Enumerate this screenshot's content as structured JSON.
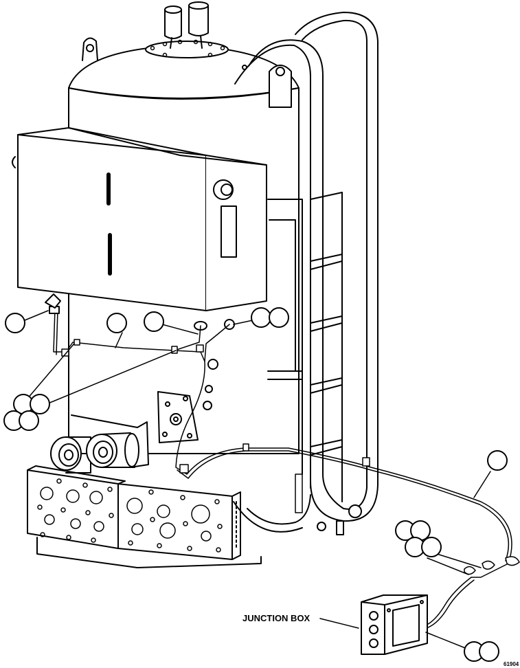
{
  "labels": {
    "junction_box": "JUNCTION BOX",
    "figure_number": "61904"
  },
  "callout_bubbles": [
    {
      "id": "c1"
    },
    {
      "id": "c2"
    },
    {
      "id": "c3"
    },
    {
      "id": "c4"
    },
    {
      "id": "c5"
    },
    {
      "id": "c6"
    },
    {
      "id": "c7"
    },
    {
      "id": "c8"
    },
    {
      "id": "c9"
    },
    {
      "id": "c10"
    },
    {
      "id": "c11"
    },
    {
      "id": "c12"
    },
    {
      "id": "c13"
    },
    {
      "id": "c14"
    },
    {
      "id": "c15"
    },
    {
      "id": "c16"
    },
    {
      "id": "c17"
    },
    {
      "id": "c18"
    }
  ],
  "colors": {
    "line": "#000000",
    "fill": "#ffffff",
    "shade": "#d9d9d9"
  }
}
